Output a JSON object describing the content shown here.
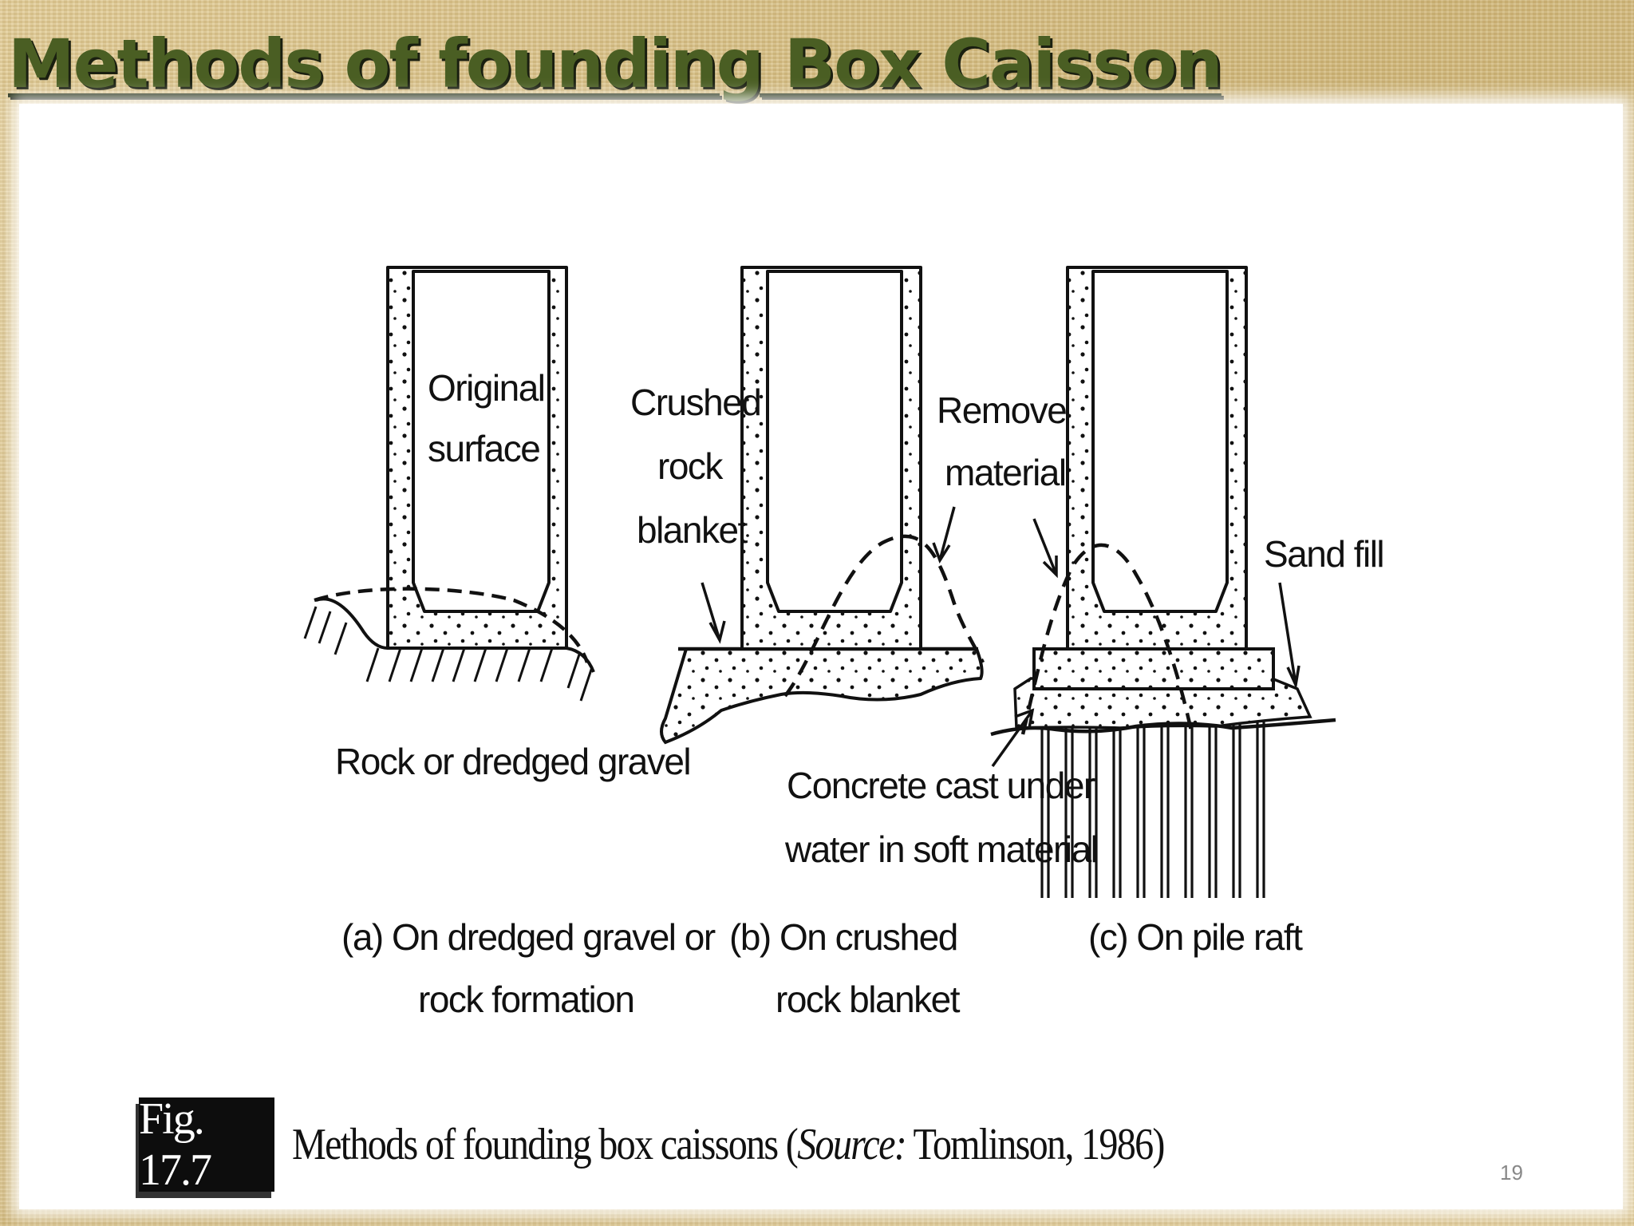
{
  "slide": {
    "title": "Methods of founding Box Caisson",
    "page_number": "19"
  },
  "figure": {
    "labels": {
      "original_surface_1": "Original",
      "original_surface_2": "surface",
      "rock_or_dredged_gravel": "Rock or dredged gravel",
      "crushed_1": "Crushed",
      "crushed_2": "rock",
      "crushed_3": "blanket",
      "removed_1": "Removed",
      "removed_2": "material",
      "sand_fill": "Sand fill",
      "concrete_1": "Concrete cast under",
      "concrete_2": "water in soft material"
    },
    "panels": [
      {
        "line1": "(a) On dredged gravel or",
        "line2": "rock formation"
      },
      {
        "line1": "(b) On crushed",
        "line2": "rock blanket"
      },
      {
        "line1": "(c) On pile raft",
        "line2": ""
      }
    ],
    "caption": {
      "label": "Fig. 17.7",
      "text_before": "Methods of founding box caissons (",
      "source_word": "Source:",
      "text_after": " Tomlinson, 1986)"
    }
  }
}
